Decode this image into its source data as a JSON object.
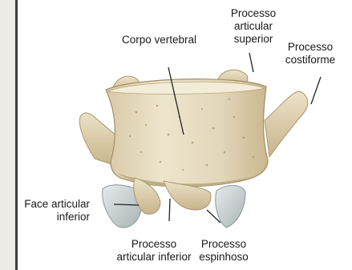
{
  "labels": {
    "processo_articular_superior": "Processo\narticular\nsuperior",
    "corpo_vertebral": "Corpo vertebral",
    "processo_costiforme": "Processo\ncostiforme",
    "face_articular_inferior": "Face articular\ninferior",
    "processo_articular_inferior": "Processo\narticular inferior",
    "processo_espinhoso": "Processo\nespinhoso"
  },
  "colors": {
    "bone": "#e7dcc1",
    "bone_shadow": "#c4b28b",
    "cartilage": "#d3d9da",
    "leader_line": "#222222",
    "sidebar": "#eeece6",
    "sidebar_border": "#3f3f3f"
  }
}
